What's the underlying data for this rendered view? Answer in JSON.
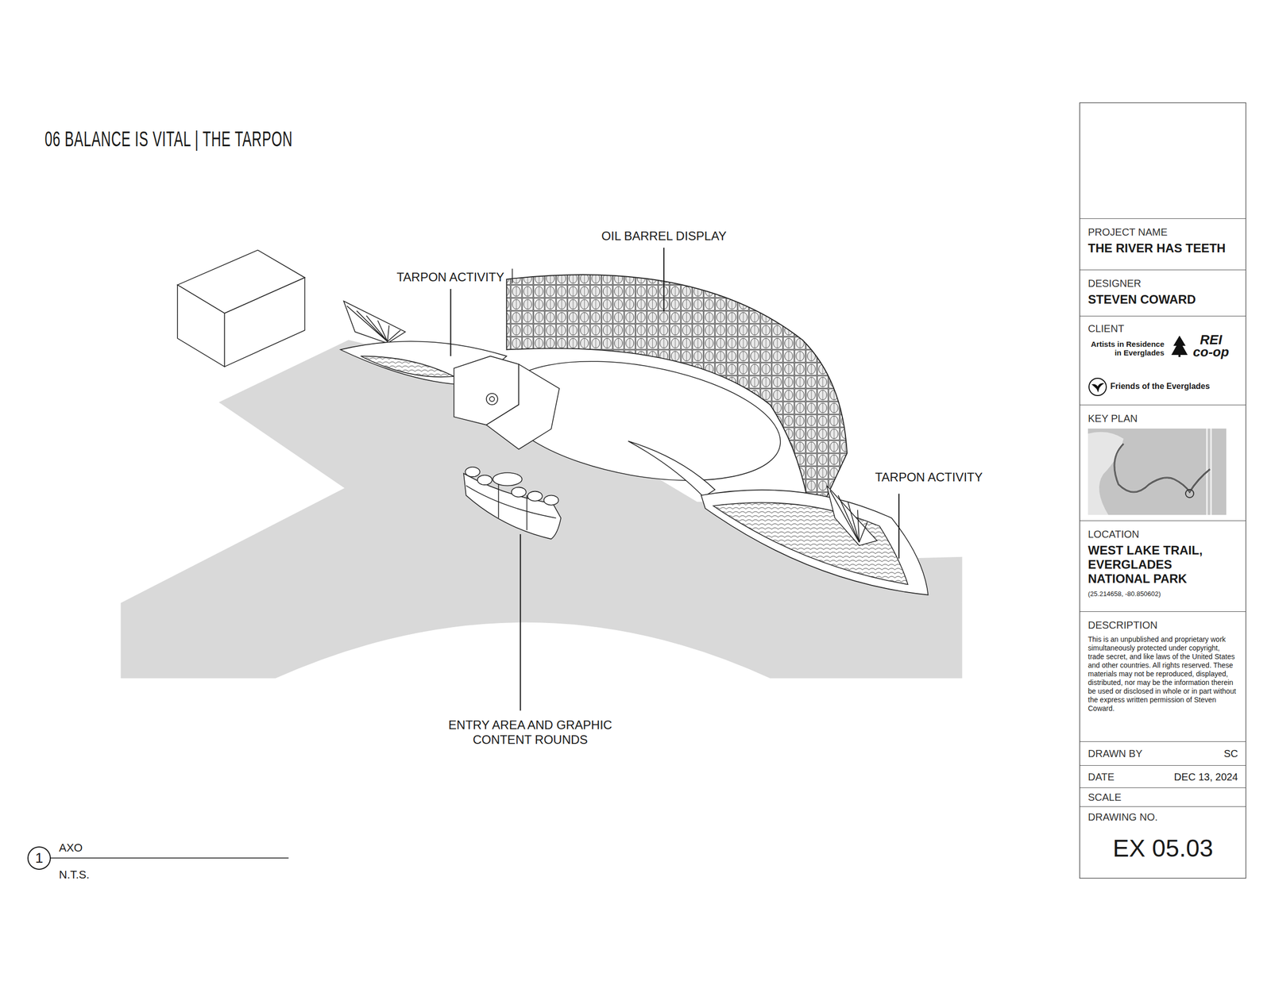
{
  "diagram": {
    "title": "06 BALANCE IS VITAL | THE TARPON",
    "nodes": [
      {
        "text": [
          "PROJECT NAME",
          "THE RIVER HAS TEETH"
        ]
      },
      {
        "text": [
          "DESIGNER",
          "STEVEN COWARD"
        ]
      },
      {
        "text": [
          "CLIENT",
          "Artists in Residence in Everglades",
          "REI co-op",
          "Friends of the Everglades"
        ]
      },
      {
        "text": [
          "KEY PLAN"
        ]
      },
      {
        "text": [
          "LOCATION",
          "WEST LAKE TRAIL, EVERGLADES NATIONAL PARK",
          "(25.214658, -80.850602)"
        ]
      },
      {
        "text": [
          "DESCRIPTION",
          "This is an unpublished and proprietary work simultaneously protected under copyright, trade secret, and like laws of the United States and other countries. All rights reserved. These materials may not be reproduced, displayed, distributed, nor may be the information therein be used or disclosed in whole or in part without the express written permission of Steven Coward."
        ]
      },
      {
        "text": [
          "DRAWN BY",
          "SC"
        ]
      },
      {
        "text": [
          "DATE",
          "DEC 13, 2024"
        ]
      },
      {
        "text": [
          "SCALE"
        ]
      },
      {
        "text": [
          "DRAWING NO.",
          "EX 05.03"
        ]
      },
      {
        "text": [
          "1"
        ]
      }
    ],
    "labels": [
      "OIL BARREL DISPLAY",
      "TARPON ACTIVITY",
      "TARPON ACTIVITY",
      "ENTRY AREA AND GRAPHIC CONTENT ROUNDS",
      "AXO",
      "N.T.S."
    ]
  }
}
